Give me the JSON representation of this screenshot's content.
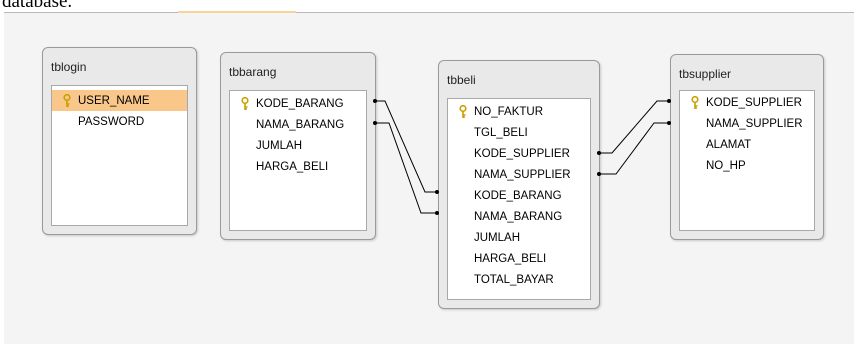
{
  "header_text": "database.",
  "colors": {
    "selected_row": "#f9c78a",
    "line": "#000000"
  },
  "tables": {
    "tblogin": {
      "title": "tblogin",
      "fields": [
        {
          "name": "USER_NAME",
          "key": true
        },
        {
          "name": "PASSWORD",
          "key": false
        }
      ]
    },
    "tbbarang": {
      "title": "tbbarang",
      "fields": [
        {
          "name": "KODE_BARANG",
          "key": true
        },
        {
          "name": "NAMA_BARANG",
          "key": false
        },
        {
          "name": "JUMLAH",
          "key": false
        },
        {
          "name": "HARGA_BELI",
          "key": false
        }
      ]
    },
    "tbbeli": {
      "title": "tbbeli",
      "fields": [
        {
          "name": "NO_FAKTUR",
          "key": true
        },
        {
          "name": "TGL_BELI",
          "key": false
        },
        {
          "name": "KODE_SUPPLIER",
          "key": false
        },
        {
          "name": "NAMA_SUPPLIER",
          "key": false
        },
        {
          "name": "KODE_BARANG",
          "key": false
        },
        {
          "name": "NAMA_BARANG",
          "key": false
        },
        {
          "name": "JUMLAH",
          "key": false
        },
        {
          "name": "HARGA_BELI",
          "key": false
        },
        {
          "name": "TOTAL_BAYAR",
          "key": false
        }
      ]
    },
    "tbsupplier": {
      "title": "tbsupplier",
      "fields": [
        {
          "name": "KODE_SUPPLIER",
          "key": true
        },
        {
          "name": "NAMA_SUPPLIER",
          "key": false
        },
        {
          "name": "ALAMAT",
          "key": false
        },
        {
          "name": "NO_HP",
          "key": false
        }
      ]
    }
  },
  "relationships": [
    {
      "from": "tbbarang.KODE_BARANG",
      "to": "tbbeli.KODE_BARANG"
    },
    {
      "from": "tbbarang.NAMA_BARANG",
      "to": "tbbeli.NAMA_BARANG"
    },
    {
      "from": "tbbeli.KODE_SUPPLIER",
      "to": "tbsupplier.KODE_SUPPLIER"
    },
    {
      "from": "tbbeli.NAMA_SUPPLIER",
      "to": "tbsupplier.NAMA_SUPPLIER"
    }
  ]
}
